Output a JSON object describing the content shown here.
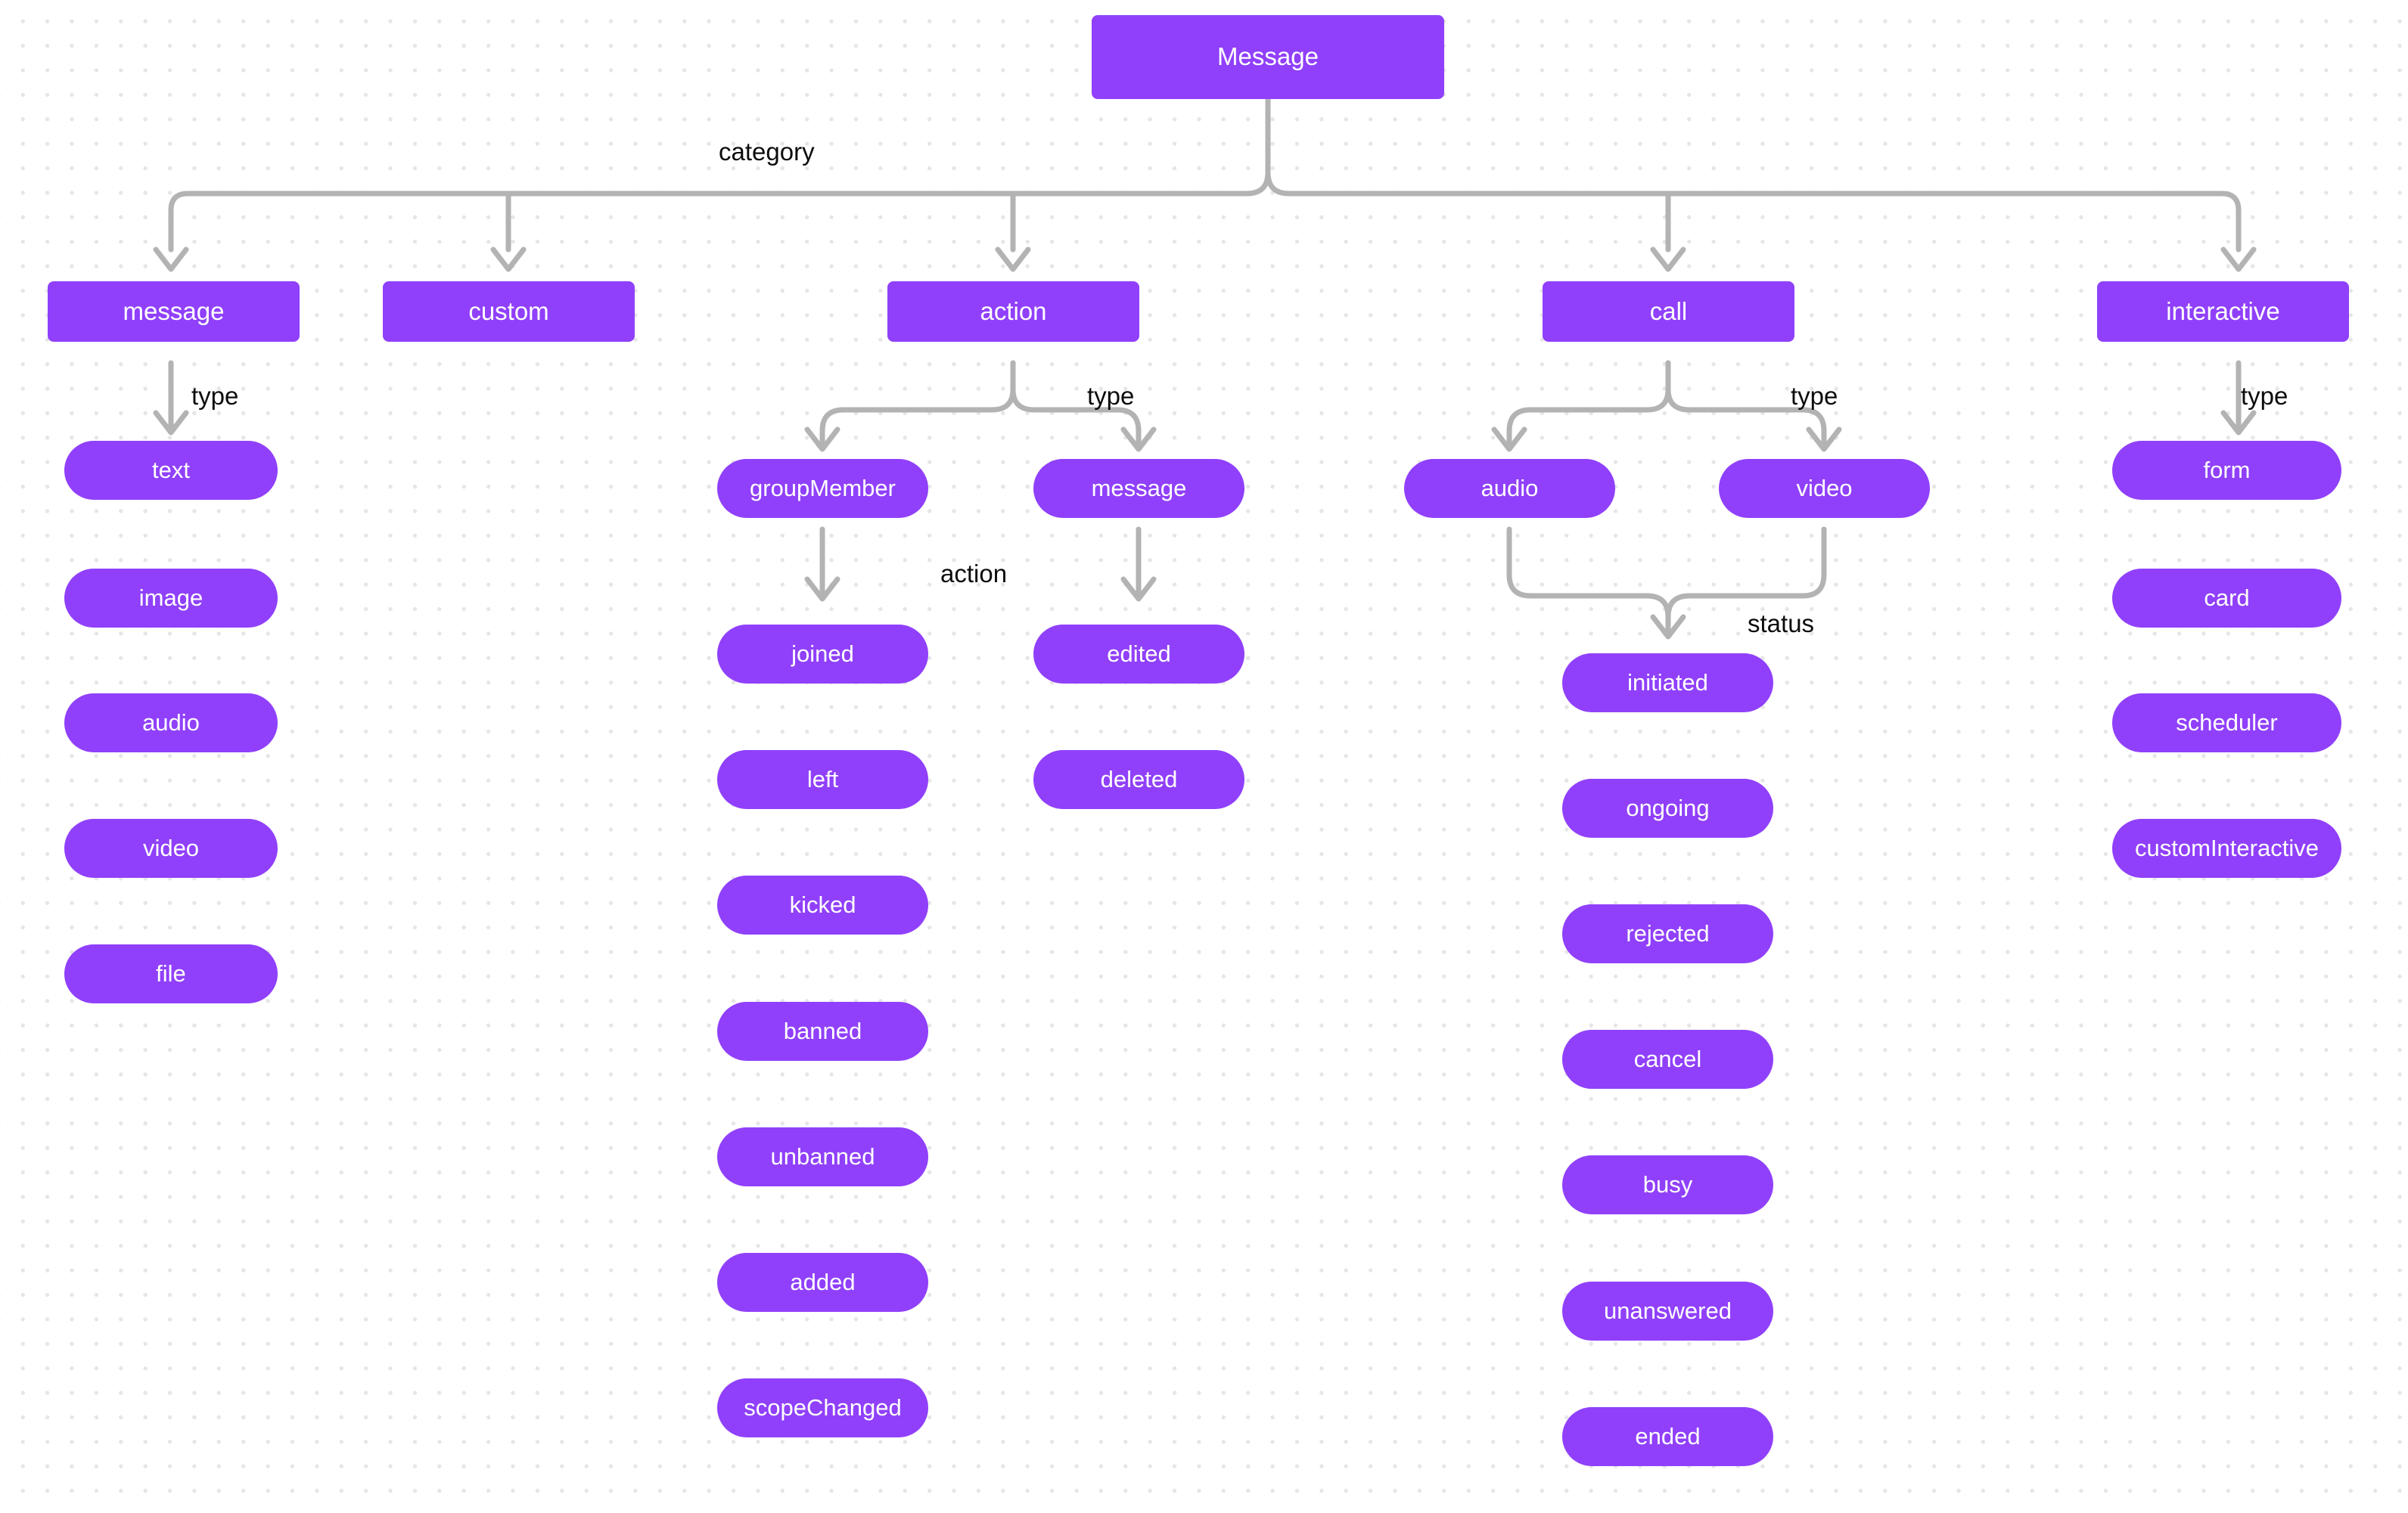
{
  "diagram": {
    "title": "Message",
    "node_color": "#9040fa",
    "node_text_color": "#ffffff",
    "edge_color": "#b3b3b3",
    "label_color": "#0c0c0c",
    "background_color": "#ffffff",
    "grid_dot_color": "#e6e6e6"
  },
  "root": {
    "label": "Message"
  },
  "edge_labels": {
    "category": "category",
    "message_type": "type",
    "action_type": "type",
    "action_action": "action",
    "call_type": "type",
    "call_status": "status",
    "interactive_type": "type"
  },
  "categories": [
    {
      "label": "message"
    },
    {
      "label": "custom"
    },
    {
      "label": "action"
    },
    {
      "label": "call"
    },
    {
      "label": "interactive"
    }
  ],
  "message_types": [
    {
      "label": "text"
    },
    {
      "label": "image"
    },
    {
      "label": "audio"
    },
    {
      "label": "video"
    },
    {
      "label": "file"
    }
  ],
  "action_types": [
    {
      "label": "groupMember"
    },
    {
      "label": "message"
    }
  ],
  "group_member_actions": [
    {
      "label": "joined"
    },
    {
      "label": "left"
    },
    {
      "label": "kicked"
    },
    {
      "label": "banned"
    },
    {
      "label": "unbanned"
    },
    {
      "label": "added"
    },
    {
      "label": "scopeChanged"
    }
  ],
  "message_actions": [
    {
      "label": "edited"
    },
    {
      "label": "deleted"
    }
  ],
  "call_types": [
    {
      "label": "audio"
    },
    {
      "label": "video"
    }
  ],
  "call_statuses": [
    {
      "label": "initiated"
    },
    {
      "label": "ongoing"
    },
    {
      "label": "rejected"
    },
    {
      "label": "cancel"
    },
    {
      "label": "busy"
    },
    {
      "label": "unanswered"
    },
    {
      "label": "ended"
    }
  ],
  "interactive_types": [
    {
      "label": "form"
    },
    {
      "label": "card"
    },
    {
      "label": "scheduler"
    },
    {
      "label": "customInteractive"
    }
  ]
}
